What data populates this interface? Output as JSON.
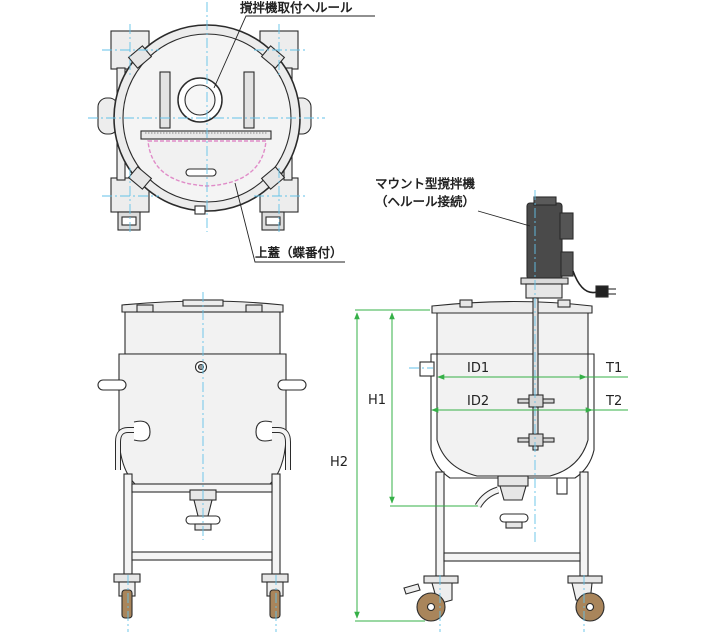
{
  "callouts": {
    "agitator_ferrule": "撹拌機取付ヘルール",
    "top_lid": "上蓋（蝶番付）",
    "mixer_line1": "マウント型撹拌機",
    "mixer_line2": "（ヘルール接続）"
  },
  "dimensions": {
    "id1": "ID1",
    "id2": "ID2",
    "t1": "T1",
    "t2": "T2",
    "h1": "H1",
    "h2": "H2"
  },
  "colors": {
    "outline": "#2b2b2b",
    "tank_fill": "#f2f2f2",
    "lid_fill": "#ececec",
    "centerline": "#63c2e8",
    "dimension": "#35b047",
    "motor": "#4a4a4a",
    "gasket": "#e08cc8",
    "wheel": "#a9855b"
  }
}
